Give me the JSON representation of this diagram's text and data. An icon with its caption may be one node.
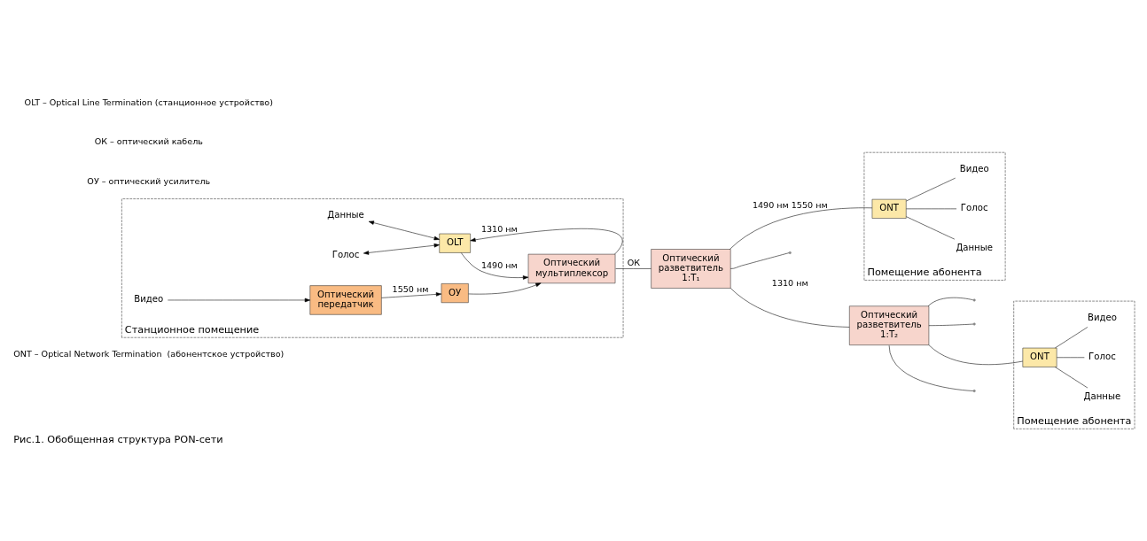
{
  "diagram": {
    "caption": "Рис.1. Обобщенная структура PON-сети",
    "nodes": [
      {
        "text": [
          "Станционное помещение"
        ]
      },
      {
        "text": [
          "Данные"
        ],
        "in": 0
      },
      {
        "text": [
          "Голос"
        ],
        "in": 0
      },
      {
        "text": [
          "OLT"
        ],
        "in": 0
      },
      {
        "text": [
          "Оптический передатчик"
        ],
        "in": 0
      },
      {
        "text": [
          "ОУ"
        ],
        "in": 0
      },
      {
        "text": [
          "Оптический мультиплексор"
        ],
        "in": 0
      },
      {
        "text": [
          "Видео"
        ],
        "in": 0
      },
      {
        "text": [
          "Оптический разветвитель 1:T₁"
        ]
      },
      {
        "text": [
          "Оптический разветвитель 1:T₂"
        ]
      },
      {
        "text": [
          "Помещение абонента"
        ]
      },
      {
        "text": [
          "ONT"
        ],
        "in": 10
      },
      {
        "text": [
          "Данные"
        ],
        "in": 10
      },
      {
        "text": [
          "Голос"
        ],
        "in": 10
      },
      {
        "text": [
          "Видео"
        ],
        "in": 10
      },
      {
        "text": [
          "Помещение абонента"
        ]
      },
      {
        "text": [
          "ONT"
        ],
        "in": 15
      },
      {
        "text": [
          "Данные"
        ],
        "in": 15
      },
      {
        "text": [
          "Голос"
        ],
        "in": 15
      },
      {
        "text": [
          "Видео"
        ],
        "in": 15
      }
    ],
    "edges": [
      {
        "from": 1,
        "to": 3,
        "arrow": "both"
      },
      {
        "from": 2,
        "to": 3,
        "arrow": "both"
      },
      {
        "from": 3,
        "to": 6,
        "label": "1490 нм",
        "arrow": "to"
      },
      {
        "from": 6,
        "to": 3,
        "label": "1310 нм",
        "arrow": "to"
      },
      {
        "from": 4,
        "to": 5,
        "label": "1550 нм",
        "arrow": "to"
      },
      {
        "from": 5,
        "to": 6,
        "arrow": "to"
      },
      {
        "from": 7,
        "to": 4,
        "arrow": "to"
      },
      {
        "from": 6,
        "to": 8,
        "label": "ОК",
        "arrow": "none"
      },
      {
        "from": 8,
        "to": 11,
        "label": "1490 нм 1550 нм",
        "arrow": "none"
      },
      {
        "from": 8,
        "to": null,
        "arrow": "none"
      },
      {
        "from": 8,
        "to": 9,
        "arrow": "none"
      },
      {
        "from": 9,
        "to": null,
        "arrow": "none"
      },
      {
        "from": 9,
        "to": null,
        "arrow": "none"
      },
      {
        "from": 9,
        "to": 16,
        "arrow": "none"
      },
      {
        "from": 9,
        "to": null,
        "arrow": "none"
      },
      {
        "from": 11,
        "to": 12,
        "arrow": "none"
      },
      {
        "from": 11,
        "to": 13,
        "arrow": "none"
      },
      {
        "from": 11,
        "to": 14,
        "arrow": "none"
      },
      {
        "from": 16,
        "to": 17,
        "arrow": "none"
      },
      {
        "from": 16,
        "to": 18,
        "arrow": "none"
      },
      {
        "from": 16,
        "to": 19,
        "arrow": "none"
      }
    ],
    "labels": [
      "1310 нм",
      "ОУ – оптический усилитель",
      "ОК – оптический кабель",
      "OLT – Optical Line Termination (станционное устройство)",
      "ONT – Optical Network Termination  (абонентское устройство)"
    ]
  }
}
